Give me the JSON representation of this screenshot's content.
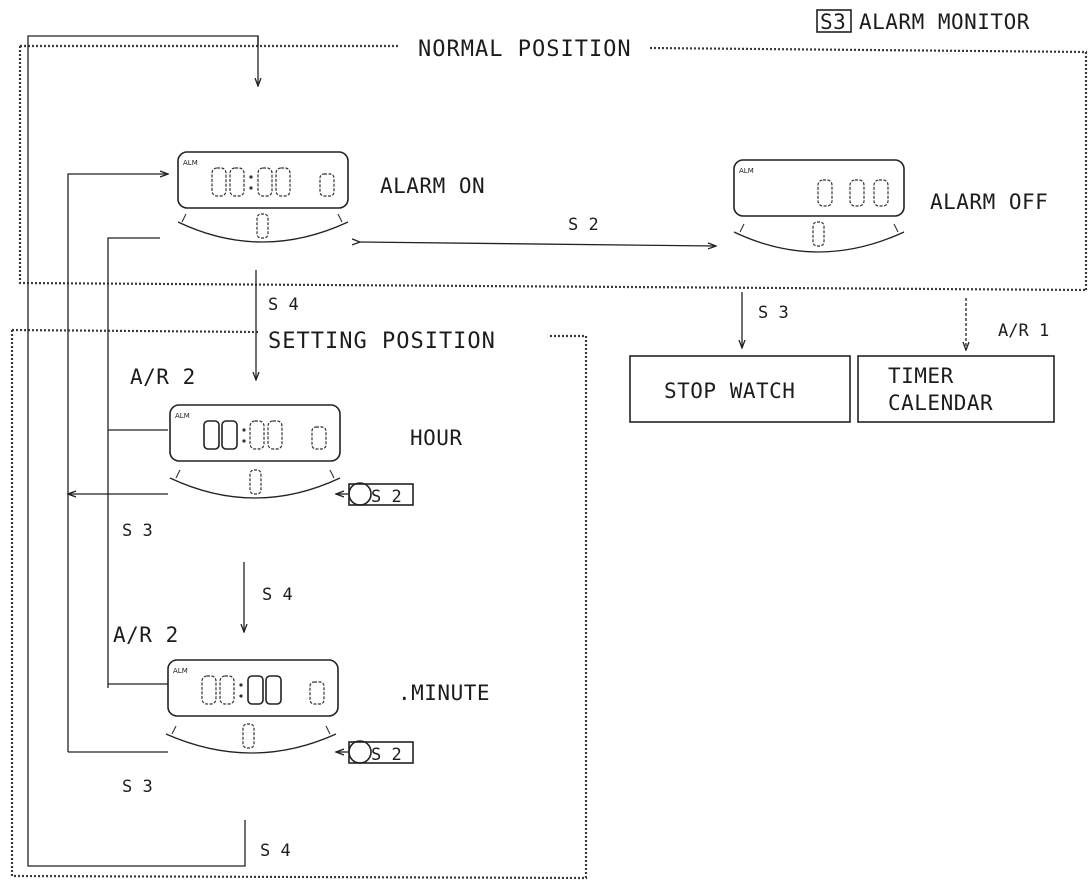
{
  "monitor": {
    "key": "S3",
    "title": "ALARM MONITOR"
  },
  "regions": {
    "normal": "NORMAL POSITION",
    "setting": "SETTING POSITION"
  },
  "states": {
    "alarm_on": "ALARM ON",
    "alarm_off": "ALARM OFF",
    "hour": "HOUR",
    "minute": ".MINUTE"
  },
  "lcd_tag": "ALM",
  "modes": {
    "stop_watch": "STOP WATCH",
    "timer_line1": "TIMER",
    "timer_line2": "CALENDAR"
  },
  "buttons": {
    "s2_on_off": "S 2",
    "s4_to_setting": "S 4",
    "s3_to_stopwatch": "S 3",
    "ar1": "A/R 1",
    "ar2_hour": "A/R 2",
    "s3_hour": "S 3",
    "s4_hour_to_minute": "S 4",
    "ar2_minute": "A/R 2",
    "s3_minute": "S 3",
    "s4_minute": "S 4",
    "s2_hour_crown": "S 2",
    "s2_minute_crown": "S 2"
  }
}
